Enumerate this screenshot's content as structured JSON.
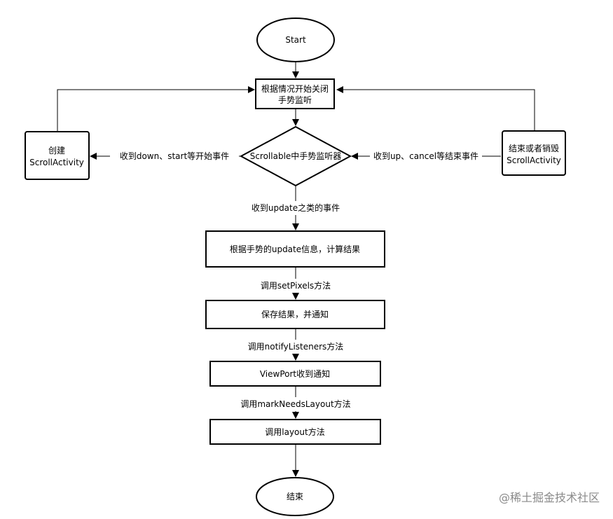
{
  "nodes": {
    "start": {
      "label": "Start"
    },
    "close_listen": {
      "line1": "根据情况开始关闭",
      "line2": "手势监听"
    },
    "scrollable": {
      "label": "Scrollable中手势监听器"
    },
    "create": {
      "line1": "创建",
      "line2": "ScrollActivity"
    },
    "end_destroy": {
      "line1": "结束或者销毁",
      "line2": "ScrollActivity"
    },
    "compute": {
      "label": "根据手势的update信息，计算结果"
    },
    "save": {
      "label": "保存结果，并通知"
    },
    "viewport": {
      "label": "ViewPort收到通知"
    },
    "layout": {
      "label": "调用layout方法"
    },
    "end": {
      "label": "结束"
    }
  },
  "edges": {
    "down_start": {
      "label": "收到down、start等开始事件"
    },
    "up_cancel": {
      "label": "收到up、cancel等结束事件"
    },
    "update": {
      "label": "收到update之类的事件"
    },
    "set_pixels": {
      "label": "调用setPixels方法"
    },
    "notify_listeners": {
      "label": "调用notifyListeners方法"
    },
    "mark_needs_layout": {
      "label": "调用markNeedsLayout方法"
    }
  },
  "watermark": "@稀土掘金技术社区"
}
